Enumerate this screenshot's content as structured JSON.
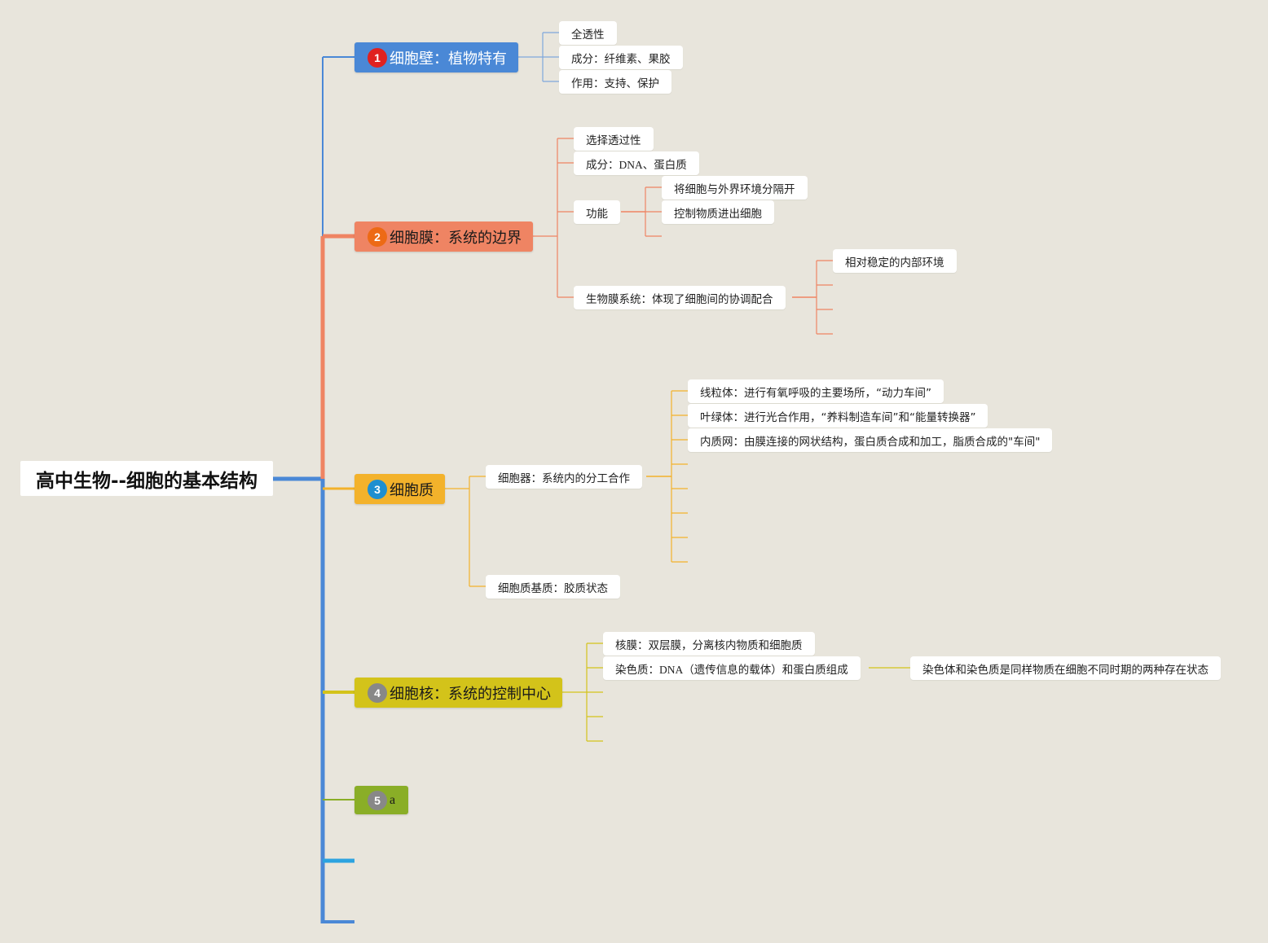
{
  "root": {
    "title": "高中生物--细胞的基本结构"
  },
  "colors": {
    "blue": "#4a88d6",
    "salmon": "#ef8463",
    "orange": "#f3b22b",
    "yellow": "#d3c31a",
    "green": "#8aae27",
    "cyan": "#2ca3e0",
    "badge_red": "#e0211f",
    "badge_orange": "#ed6a15",
    "badge_blue": "#1f8fd0",
    "badge_gray": "#888888"
  },
  "branches": {
    "cell_wall": {
      "num": "1",
      "label": "细胞壁：植物特有",
      "children": [
        "全透性",
        "成分：纤维素、果胶",
        "作用：支持、保护"
      ]
    },
    "cell_membrane": {
      "num": "2",
      "label": "细胞膜：系统的边界",
      "children": [
        "选择透过性",
        "成分：DNA、蛋白质",
        "功能",
        "生物膜系统：体现了细胞间的协调配合"
      ],
      "function_children": [
        "将细胞与外界环境分隔开",
        "控制物质进出细胞"
      ],
      "biomembrane_children": [
        "相对稳定的内部环境"
      ]
    },
    "cytoplasm": {
      "num": "3",
      "label": "细胞质",
      "children": [
        "细胞器：系统内的分工合作",
        "细胞质基质：胶质状态"
      ],
      "organelle_children": [
        "线粒体：进行有氧呼吸的主要场所，“动力车间”",
        "叶绿体：进行光合作用，“养料制造车间”和“能量转换器”",
        "内质网：由膜连接的网状结构，蛋白质合成和加工，脂质合成的\"车间\""
      ]
    },
    "nucleus": {
      "num": "4",
      "label": "细胞核：系统的控制中心",
      "children": [
        "核膜：双层膜，分离核内物质和细胞质",
        "染色质：DNA（遗传信息的载体）和蛋白质组成"
      ],
      "chromatin_children": [
        "染色体和染色质是同样物质在细胞不同时期的两种存在状态"
      ]
    },
    "fifth": {
      "num": "5",
      "label": "a"
    }
  }
}
